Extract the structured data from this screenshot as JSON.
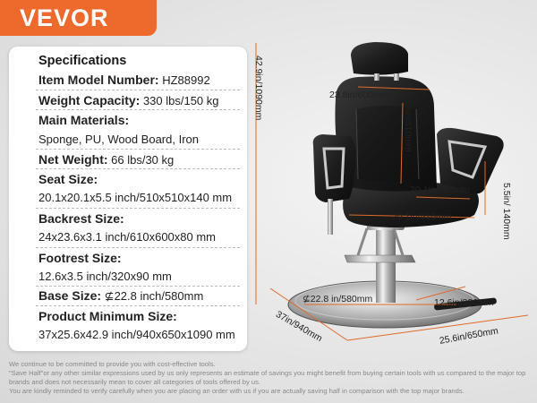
{
  "brand": {
    "logo_text": "VEVOR",
    "color": "#ee6a2c"
  },
  "specs": {
    "title": "Specifications",
    "item_model_label": "Item Model Number:",
    "item_model_value": "HZ88992",
    "weight_capacity_label": "Weight Capacity:",
    "weight_capacity_value": "330 lbs/150 kg",
    "materials_label": "Main Materials:",
    "materials_value": "Sponge, PU, Wood Board, Iron",
    "net_weight_label": "Net Weight:",
    "net_weight_value": "66 lbs/30 kg",
    "seat_size_label": "Seat Size:",
    "seat_size_value": "20.1x20.1x5.5 inch/510x510x140 mm",
    "backrest_label": "Backrest Size:",
    "backrest_value": "24x23.6x3.1 inch/610x600x80 mm",
    "footrest_label": "Footrest Size:",
    "footrest_value": "12.6x3.5 inch/320x90 mm",
    "base_label": "Base Size:",
    "base_value": "⊈22.8 inch/580mm",
    "min_size_label": "Product Minimum Size:",
    "min_size_value": "37x25.6x42.9 inch/940x650x1090 mm"
  },
  "dimensions": {
    "total_height": "42.9in/1090mm",
    "backrest_width": "23.6in/600mm",
    "backrest_height": "24in/610mm",
    "seat_depth": "20.1in/510mm",
    "seat_width": "20.1in/510mm",
    "seat_thickness": "5.5in/ 140mm",
    "base_diameter": "⊈22.8 in/580mm",
    "footrest_width": "12.6in/320mm",
    "total_depth": "37in/940mm",
    "total_width": "25.6in/650mm"
  },
  "footer": {
    "line1": "We continue to be committed to provide you with cost-effective tools.",
    "line2": "\"Save Half\"or any other similar expressions used by us only represents an estimate of savings you might benefit from buying certain tools with us compared to the major top brands and does not necessarily mean to cover all categories of tools offered by us.",
    "line3": "You are kindly reminded to verify carefully when you are placing an order with us if you are actually saving half in comparison with the top major brands."
  }
}
